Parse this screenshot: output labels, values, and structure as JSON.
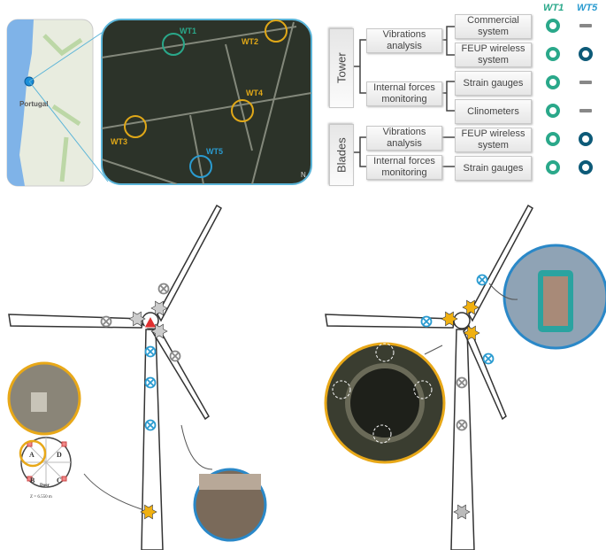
{
  "map": {
    "country_label": "Portugal",
    "north_label": "N"
  },
  "sites": [
    {
      "label": "WT1",
      "color": "#2aa88a"
    },
    {
      "label": "WT2",
      "color": "#e0a818"
    },
    {
      "label": "WT3",
      "color": "#e0a818"
    },
    {
      "label": "WT4",
      "color": "#e0a818"
    },
    {
      "label": "WT5",
      "color": "#2a9bd0"
    }
  ],
  "table": {
    "columns": [
      "WT1",
      "WT5"
    ],
    "groups": [
      {
        "label": "Tower",
        "subgroups": [
          {
            "label": "Vibrations analysis",
            "systems": [
              {
                "label": "Commercial system",
                "wt1": true,
                "wt5": false
              },
              {
                "label": "FEUP wireless system",
                "wt1": true,
                "wt5": true
              }
            ]
          },
          {
            "label": "Internal forces monitoring",
            "systems": [
              {
                "label": "Strain gauges",
                "wt1": true,
                "wt5": false
              },
              {
                "label": "Clinometers",
                "wt1": true,
                "wt5": false
              }
            ]
          }
        ]
      },
      {
        "label": "Blades",
        "subgroups": [
          {
            "label": "Vibrations analysis",
            "systems": [
              {
                "label": "FEUP wireless system",
                "wt1": true,
                "wt5": true
              }
            ]
          },
          {
            "label": "Internal forces monitoring",
            "systems": [
              {
                "label": "Strain gauges",
                "wt1": true,
                "wt5": true
              }
            ]
          }
        ]
      }
    ],
    "colors": {
      "wt1": "#2aa88a",
      "wt5": "#0d5a78",
      "absent": "#888888"
    }
  },
  "section_diagram": {
    "points": [
      "A",
      "B",
      "C",
      "D"
    ],
    "door_label": "Door",
    "elevation_label": "Z = 6.550 m"
  },
  "colors": {
    "orange": "#e8a818",
    "blue": "#2a88c8",
    "accelerometer": "#2a9bd0"
  }
}
